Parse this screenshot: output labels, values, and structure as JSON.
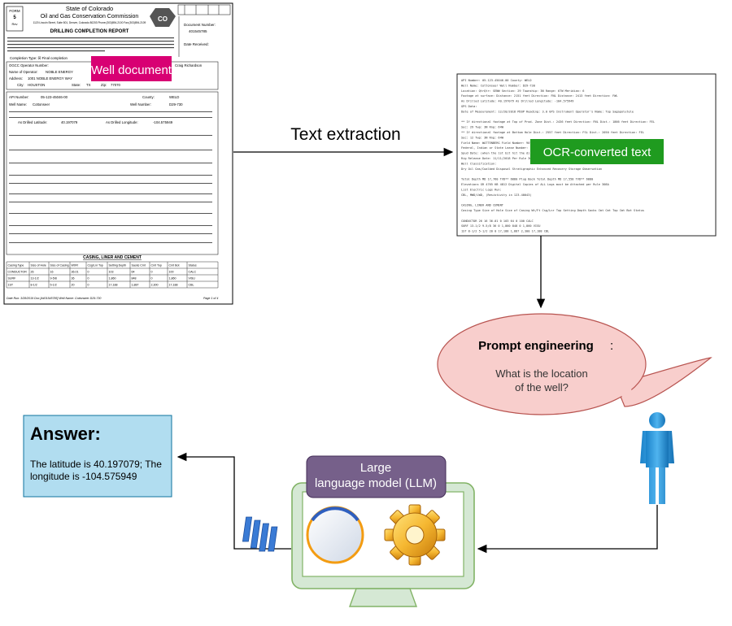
{
  "well_doc": {
    "form_label": "FORM",
    "form_number": "5",
    "form_rev": "Rev",
    "state": "State of Colorado",
    "commission": "Oil and Gas Conservation Commission",
    "address_line": "1120 Lincoln Street, Suite 801, Denver, Colorado 80203 Phone:(303)894-2100 Fax:(303)894-2109",
    "report_title": "DRILLING COMPLETION REPORT",
    "doc_number_label": "Document Number:",
    "doc_number": "401545785",
    "date_received_label": "Date Received:",
    "badge": "Well document",
    "operator_number_label": "OGCC Operator Number:",
    "operator_name_label": "Name of Operator:",
    "operator_name": "NOBLE ENERGY",
    "address_label": "Address:",
    "address_value": "1001 NOBLE ENERGY WAY",
    "city_label": "City:",
    "city": "HOUSTON",
    "state_label": "State:",
    "state_value": "TX",
    "zip_label": "Zip:",
    "zip": "77070",
    "api_label": "API Number:",
    "api": "05-123-45046-00",
    "county_label": "County:",
    "county": "WELD",
    "well_name_label": "Well Name:",
    "well_name": "Cottonseer",
    "well_number_label": "Well Number:",
    "well_number": "D29-730",
    "lat_label": "As Drilled Latitude:",
    "lat": "40.197079",
    "lon_label": "As Drilled Longitude:",
    "lon": "-104.575949",
    "casing_title": "CASING, LINER AND CEMENT",
    "casing_headers": [
      "Casing Type",
      "Size of Hole",
      "Size of Casing",
      "Wt/Ft",
      "Csg/Lnr Top",
      "Setting Depth",
      "Sacks Cmt",
      "Cmt Top",
      "Cmt Bot",
      "Status"
    ],
    "casing_rows": [
      [
        "CONDUCTOR",
        "26",
        "16",
        "36.01",
        "0",
        "103",
        "64",
        "0",
        "100",
        "CALC"
      ],
      [
        "SURF",
        "13-1/2",
        "9-5/8",
        "36",
        "0",
        "1,860",
        "848",
        "0",
        "1,860",
        "VISU"
      ],
      [
        "1ST",
        "8-1/2",
        "5-1/2",
        "20",
        "0",
        "17,188",
        "1,887",
        "2,300",
        "17,188",
        "CBL"
      ]
    ],
    "footer_left": "Date Run: 3/28/2019 Doc [#401545785] Well Name: Cottonseer D29-730",
    "footer_right": "Page 1 of 4"
  },
  "ocr_doc": {
    "badge": "OCR-converted text",
    "lines": [
      "API Number:      05-123-45046-00                      County:            WELD",
      "Well Name:       Cottonseer                           Well Number:   D29-730",
      "Location:        QtrQtr:  SENW     Section:   29      Township:   3N      Range:   67W     Meridian:   6",
      "  Footage at surface:     Distance:     2151   feet    Direction:   FNL    Distance:   2413   feet   Direction:   FWL",
      "                 As Drilled Latitude:     40.197079         As Drilled Longitude:     -104.575949",
      "GPS Data:",
      "     Date of Measurement:  12/20/2018      PDOP Reading:  3.0      GPS Instrument Operator's Name:   Top Sagapolutele",
      "",
      "  ** If directional footage at Top of Prod. Zone     Dist.:  2436   feet  Direction:  FNL   Dist.:  1866   feet  Direction:   FEL",
      "           Sec:  29       Twp:  3N      Rng:  64W",
      "  ** If directional footage at Bottom Hole           Dist.:  2557   feet  Direction:  FSL   Dist.:  2050   feet  Direction:   FEL",
      "           Sec:  12       Twp:  3N      Rng:  64W",
      "Field Name:        WATTENBERG                          Field Number:   90750",
      "Federal, Indian or State Lease Number:",
      "Spud Date: (when the 1st bit hit the dirt)   10/28/2018   Date TD: 11/03/2018   Date Casing Set or D&A: 11/04/2018",
      "Rig Release Date:   11/11/2018    Per Rule 308A.b",
      "Well Classification:",
      "  Dry     Oil     Gas/Coalbed     Disposal     Stratigraphic     Enhanced Recovery     Storage     Observation",
      "",
      "Total Depth          MD   17,760    TVD**   6880      Plug Back Total Depth     MD   17,558    TVD**   6880",
      "Elevations           GR   4765      KB      4812      Digital Copies of ALL Logs must be Attached per Rule 308A",
      "List Electric Logs Run:",
      "CBL, MWD/LWD, (Resistivity in 123-40043)",
      "",
      "                                     CASING, LINER AND CEMENT",
      "  Casing Type    Size of Hole  Size of Casing    Wt/Ft    Csg/Lnr Top   Setting Depth  Sacks Cmt   Cmt Top   Cmt Bot   Status",
      "",
      "  CONDUCTOR         26            16            36.01        0            103           64          0        100      CALC",
      "  SURF            13-1/2         9-5/8           36          0           1,860          848         0       1,860     VISU",
      "  1ST              8-1/2         5-1/2           20          0          17,188         1,887      2,300    17,188     CBL"
    ]
  },
  "labels": {
    "text_extraction": "Text extraction",
    "prompt_title": "Prompt engineering",
    "prompt_colon": ":",
    "prompt_line1": "What is the location",
    "prompt_line2": "of the well?",
    "llm_line1": "Large",
    "llm_line2": "language model (LLM)",
    "answer_title": "Answer:",
    "answer_line1": "The latitude is 40.197079; The",
    "answer_line2": "longitude is -104.575949"
  },
  "colors": {
    "well_badge": "#d80073",
    "ocr_badge": "#1f9b1f",
    "prompt_fill": "#f8cecc",
    "prompt_stroke": "#b85450",
    "llm_fill": "#76608a",
    "monitor_fill": "#d5e8d4",
    "monitor_stroke": "#82b366",
    "answer_fill": "#b1ddf0",
    "answer_stroke": "#10739e"
  }
}
